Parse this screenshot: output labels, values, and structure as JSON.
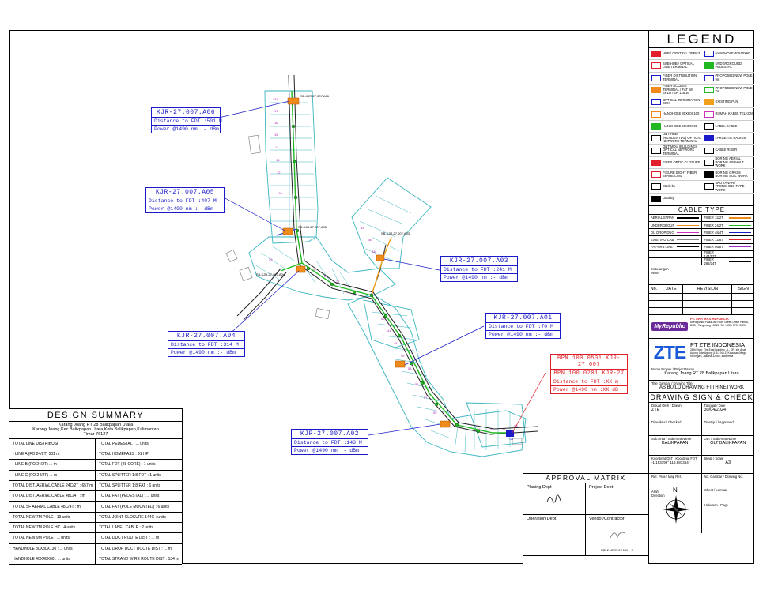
{
  "legend": {
    "title": "LEGEND",
    "items": [
      {
        "label": "HUB / CENTRAL OFFICE",
        "icon": "central-office-icon",
        "color": "#e0202a"
      },
      {
        "label": "HANDHOLE 40X40X60",
        "icon": "handhole-icon",
        "color": "#1a1ac8"
      },
      {
        "label": "SUB HUB / OPTICAL LINE TERMINAL",
        "icon": "olt-icon",
        "color": "#e0202a"
      },
      {
        "label": "UNDERGROUND PEDESTAL",
        "icon": "pedestal-icon",
        "color": "#22b822"
      },
      {
        "label": "FIBER DISTRIBUTION TERMINAL",
        "icon": "fdt-icon",
        "color": "#1a1ac8"
      },
      {
        "label": "PROPOSED NEW POLE 9m",
        "icon": "new-pole-9m-icon",
        "color": "#1a1ac8"
      },
      {
        "label": "FIBER ACCESS TERMINAL / FAT W/ SPLITTER 1x8/16",
        "icon": "fat-icon",
        "color": "#f08a1a"
      },
      {
        "label": "PROPOSED NEW POLE 7m",
        "icon": "new-pole-7m-icon",
        "color": "#22b822"
      },
      {
        "label": "OPTICAL TERMINATION BOX",
        "icon": "otb-icon",
        "color": "#1a1ac8"
      },
      {
        "label": "EXISTING PLN",
        "icon": "existing-pln-icon",
        "color": "#f0a01a"
      },
      {
        "label": "HANDHOLE 80X80X100",
        "icon": "handhole-80-icon",
        "color": "#f08a1a"
      },
      {
        "label": "RUMAH KABEL TELKOM",
        "icon": "rumah-kabel-icon",
        "color": "#d030c0"
      },
      {
        "label": "HANDHOLE 50X50X60",
        "icon": "handhole-50-icon",
        "color": "#22b822"
      },
      {
        "label": "LABEL CABLE",
        "icon": "label-cable-icon",
        "color": "#000000"
      },
      {
        "label": "ONT-HRB (RESIDENTIAL) OPTICAL NETWORK TERMINAL",
        "icon": "ont-residential-icon",
        "color": "#000000"
      },
      {
        "label": "LARGE TIE RADIUS",
        "icon": "tie-radius-icon",
        "color": "#1a1ac8"
      },
      {
        "label": "ONT-MDU (BUILDING) OPTICAL NETWORK TERMINAL",
        "icon": "ont-building-icon",
        "color": "#000000"
      },
      {
        "label": "CABLE RISER",
        "icon": "cable-riser-icon",
        "color": "#000000"
      },
      {
        "label": "FIBER OPTIC CLOSURE",
        "icon": "closure-icon",
        "color": "#e0202a"
      },
      {
        "label": "BORING AERIAL / BORING ASPHALT WORK",
        "icon": "boring-aerial-icon",
        "color": "#000000"
      },
      {
        "label": "FIGURE EIGHT FIBER SPARE COIL",
        "icon": "spare-coil-icon",
        "color": "#e0202a"
      },
      {
        "label": "BORING GRASS / BORING SOIL WORK",
        "icon": "boring-grass-icon",
        "color": "#000000"
      },
      {
        "label": "Stock by",
        "icon": "stock-icon",
        "color": "#000000"
      },
      {
        "label": "SKU TANAH / TRENCHING TYPE WORK",
        "icon": "trenching-icon",
        "color": "#000000"
      },
      {
        "label": "Data by",
        "icon": "data-icon",
        "color": "#000000"
      }
    ],
    "cable_type_title": "CABLE TYPE",
    "cable_types": [
      {
        "left": "AERIAL STRAND",
        "left_color": "#000000",
        "right": "FIBER 12/2T",
        "right_color": "#f08a1a"
      },
      {
        "left": "UNDERGROUND STRAND",
        "left_color": "#f08a1a",
        "right": "FIBER 24/2T",
        "right_color": "#22b822"
      },
      {
        "left": "DU DROP DUCT",
        "left_color": "#d030c0",
        "right": "FIBER 48/4T",
        "right_color": "#1a1ac8"
      },
      {
        "left": "EXISTING CABLE ROUTE",
        "left_color": "#888888",
        "right": "FIBER 72/6T",
        "right_color": "#e0202a"
      },
      {
        "left": "FAT-HRB LINE",
        "left_color": "#000000",
        "right": "FIBER 96/8T",
        "right_color": "#9a30c8"
      },
      {
        "left": "",
        "left_color": "",
        "right": "FIBER 144/12T",
        "right_color": "#c8a800"
      },
      {
        "left": "",
        "left_color": "",
        "right": "FIBER 288/24T",
        "right_color": "#000000"
      }
    ],
    "keterangan": "Keterangan :",
    "keterangan_text": "Note",
    "revision_headers": [
      "No.",
      "DATE",
      "REVISION",
      "SIGN"
    ],
    "company": {
      "myrep": "MyRepublic",
      "myrep_name": "PT. EKA MAS REPUBLIK",
      "myrep_addr": "MyRepublic Plaza 1st Floor, Green Office Park 6, BSD - Tangerang 15345, Tel +6221 5799 2020",
      "zte_logo": "ZTE",
      "zte_name": "PT ZTE INDONESIA",
      "zte_addr": "26th Floor, The East Building, JL. DR. Ide Anak Agung Gde Agung (L.5.2 No.1) Kawasan Mega Kuningan, Jakarta 12950, Indonesia"
    },
    "project_name_label": "Nama Proyek / Project Name",
    "project_name": "Karang Joang RT 28 Balikpapan Utara",
    "drawing_title_label": "Title Gambar / Drawing Title",
    "drawing_title": "AS BUILD DRAWING FTTH NETWORK",
    "sign_title": "DRAWING SIGN & CHECK",
    "sign": {
      "designer_label": "Dibuat Oleh / Drawn",
      "designer": "ZTE",
      "date_label": "Tanggal / Date",
      "date": "30/04/2024",
      "checked_label": "Diperiksa / Checked",
      "approved_label": "Disetujui / Approved",
      "cluster_label": "Sub Area / Sub Area Name",
      "cluster": "BALIKPAPAN",
      "olt_label": "OLT / Sub Area Name",
      "olt": "OLT BALIKPAPAN",
      "coord_label": "Koordinat OLT / Koordinat FDT",
      "coord": "-1.193799° 116.887364°",
      "scale_label": "Skala / Scale",
      "scale": "A3",
      "ref_label": "Ref. Peta / Map Ref.",
      "drawing_no_label": "No. Gambar / Drawing No.",
      "north_label": "Arah Direction",
      "north_letter": "N",
      "sheet_label": "Sheet / Lembar",
      "page_label": "Halaman / Page"
    }
  },
  "callouts": [
    {
      "id": "KJR-27.007.A06",
      "dist_label": "Distance to FDT",
      "dist": ":501 M",
      "power_label": "Power @1490 nm",
      "power": ":-  dBm"
    },
    {
      "id": "KJR-27.007.A05",
      "dist_label": "Distance to FDT",
      "dist": ":407 M",
      "power_label": "Power @1490 nm",
      "power": ":-  dBm"
    },
    {
      "id": "KJR-27.007.A03",
      "dist_label": "Distance to FDT",
      "dist": ":241 M",
      "power_label": "Power @1490 nm",
      "power": ":-  dBm"
    },
    {
      "id": "KJR-27.007.A04",
      "dist_label": "Distance to FDT",
      "dist": ":314 M",
      "power_label": "Power @1490 nm",
      "power": ":-  dBm"
    },
    {
      "id": "KJR-27.007.A01",
      "dist_label": "Distance to FDT",
      "dist": ":70 M",
      "power_label": "Power @1490 nm",
      "power": ":-  dBm"
    },
    {
      "id": "KJR-27.007.A02",
      "dist_label": "Distance to FDT",
      "dist": ":143 M",
      "power_label": "Power @1490 nm",
      "power": ":-  dBm"
    }
  ],
  "fdt_callout": {
    "line1": "BPN.100.0501.KJR-27.007",
    "line2": "BPN.100.0201.KJR-27",
    "dist_label": "Distance to FDT",
    "dist": ":XX m",
    "power_label": "Power @1490 nm",
    "power": ":XX dB"
  },
  "design_summary": {
    "title": "DESIGN SUMMARY",
    "subtitle1": "Karang Joang RT 28 Balikpapan Utara",
    "subtitle2": "Karang Joang,Kec.Balikpapan Utara,Kota Balikpapan,Kalimantan",
    "subtitle3": "Timur 76127",
    "rows": [
      [
        "TOTAL LINE DISTRIBUSI",
        "TOTAL PEDESTAL         : ... units"
      ],
      [
        "- LINE A (FO 24/2T)      501        m",
        "TOTAL HOMEPASS  :      91    HP"
      ],
      [
        "- LINE B (FO 24/2T)      ...        m",
        "TOTAL FDT (48 CORE) :    1   units"
      ],
      [
        "- LINE C (FO 24/2T)      ...        m",
        "TOTAL SPLITTER 1:8 FDT :   1   units"
      ],
      [
        "TOTAL DIST. AERIAL CABLE 24C/2T :  657    m",
        "TOTAL SPLITTER 1:8 FAT :   6   units"
      ],
      [
        "TOTAL DIST. AERIAL CABLE 48C/4T :          m",
        "TOTAL FAT (PEDESTAL)   : ... units"
      ],
      [
        "TOTAL SF AERIAL CABLE 48C/4T :            m",
        "TOTAL FAT (POLE MOUNTED) : 6   units"
      ],
      [
        "TOTAL NEW 7M POLE :  13   units",
        "TOTAL JOINT CLOSURE 144C :      units"
      ],
      [
        "TOTAL NEW 7M POLE HC :  4   units",
        "TOTAL LABEL CABLE    :   2    units"
      ],
      [
        "TOTAL NEW 9M POLE :  ...  units",
        "TOTAL DUCT ROUTE DIST :  ...   m"
      ],
      [
        "HANDHOLE 80X80X130 : ... units",
        "TOTAL DROP DUCT ROUTE DIST : ...   m"
      ],
      [
        "HANDHOLE 40X40X60 : ... units",
        "TOTAL STRAND WIRE ROUTE DIST : 134   m"
      ]
    ]
  },
  "approval": {
    "title": "APPROVAL MATRIX",
    "cells": [
      "Planing Dept",
      "Project Dept",
      "Operation Dept",
      "Vendor/Contractor"
    ],
    "vendor_caption": "SRI KARTIKASARI L.S"
  },
  "map_labels": {
    "fdt_tag": "FDT",
    "pole_tags": [
      "SB-KJR-27.007.A06",
      "SB-KJR-27.007.A05",
      "SB-KJR-27.007.A03",
      "SB-KJR-27.007.A04",
      "SB-KJR-27.007.A01",
      "SB-KJR-27.007.A02"
    ]
  }
}
